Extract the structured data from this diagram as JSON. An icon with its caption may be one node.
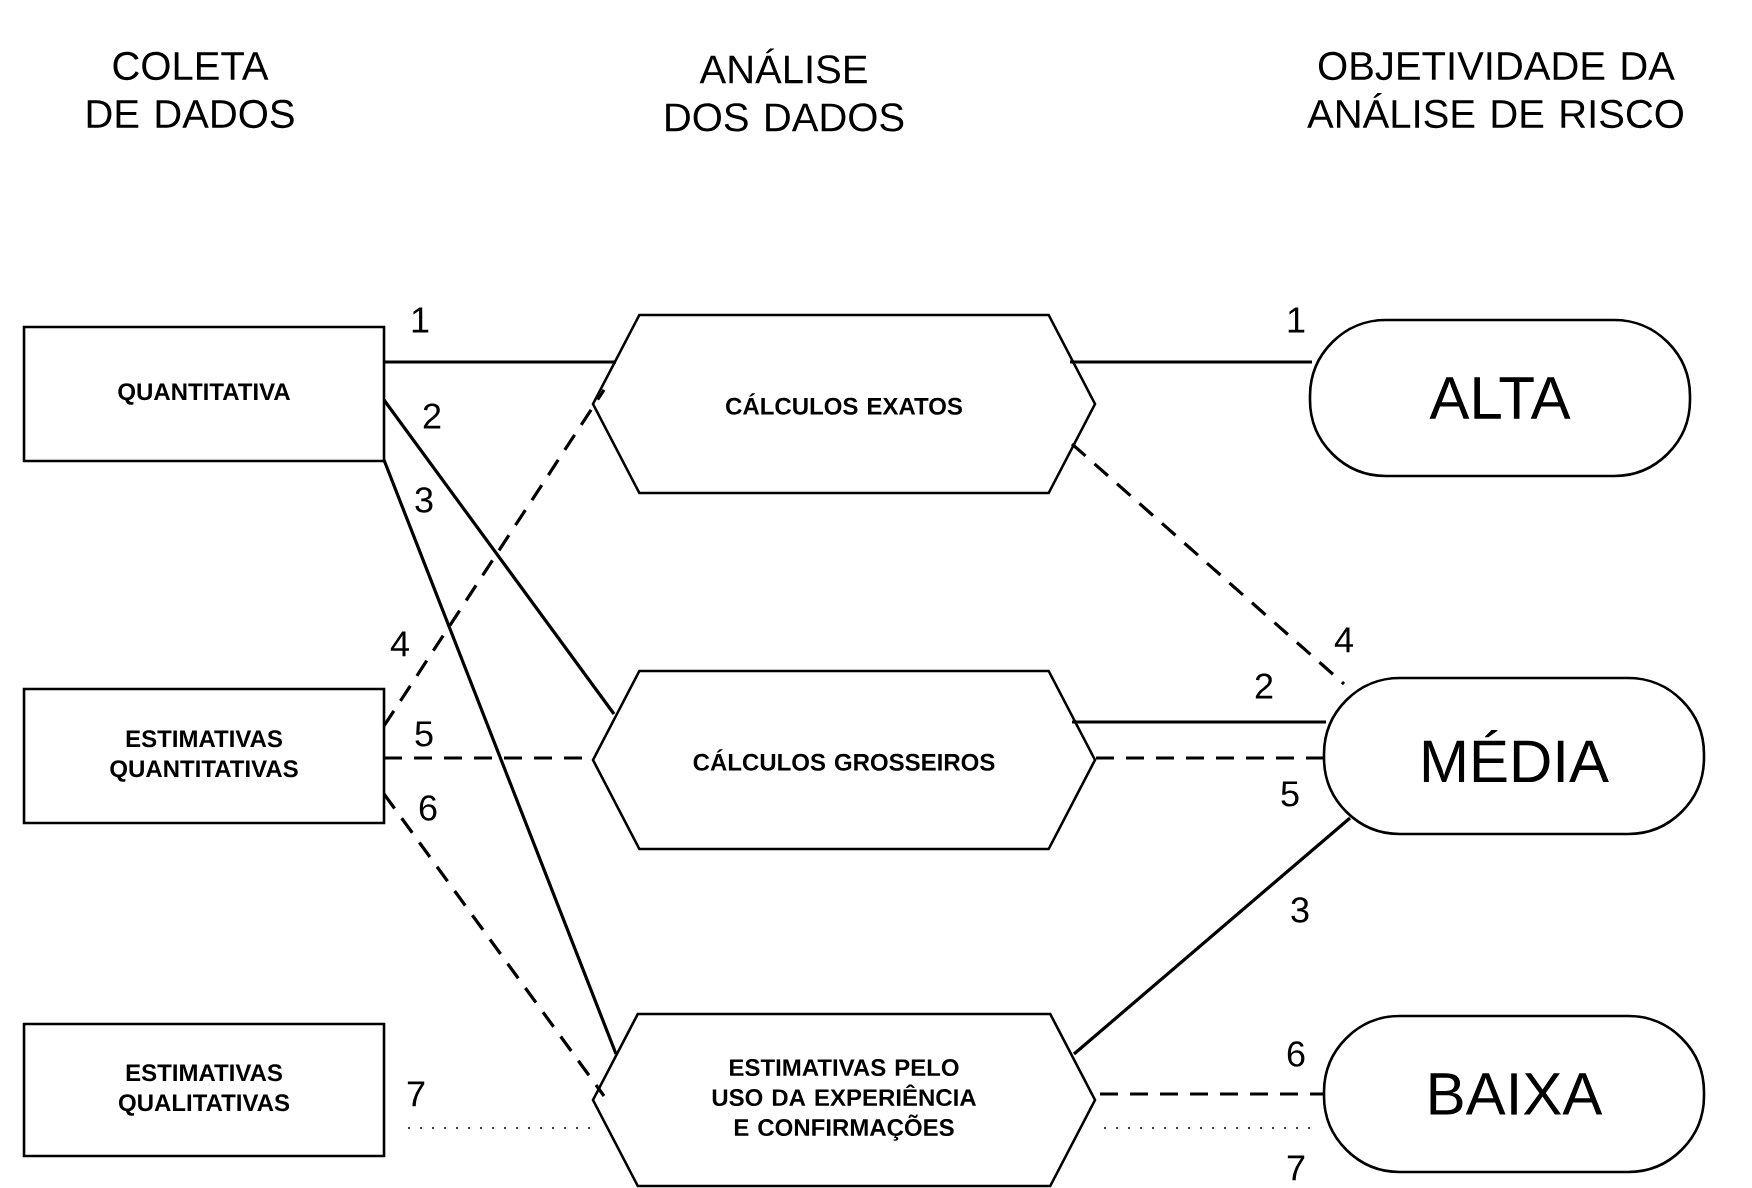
{
  "diagram": {
    "nodes": [
      {
        "text": [
          "QUANTITATIVA"
        ]
      },
      {
        "text": [
          "ESTIMATIVAS QUANTITATIVAS"
        ]
      },
      {
        "text": [
          "ESTIMATIVAS QUALITATIVAS"
        ]
      },
      {
        "text": [
          "CÁLCULOS EXATOS"
        ]
      },
      {
        "text": [
          "CÁLCULOS GROSSEIROS"
        ]
      },
      {
        "text": [
          "ESTIMATIVAS PELO USO DA EXPERIÊNCIA E CONFIRMAÇÕES"
        ]
      },
      {
        "text": [
          "ALTA"
        ]
      },
      {
        "text": [
          "MÉDIA"
        ]
      },
      {
        "text": [
          "BAIXA"
        ]
      }
    ],
    "edges": [
      {
        "from": 0,
        "to": 3,
        "arrow": "none",
        "label": "1"
      },
      {
        "from": 3,
        "to": 6,
        "arrow": "none",
        "label": "1"
      },
      {
        "from": 0,
        "to": 4,
        "arrow": "none",
        "label": "2"
      },
      {
        "from": 4,
        "to": 7,
        "arrow": "none",
        "label": "2"
      },
      {
        "from": 0,
        "to": 5,
        "arrow": "none",
        "label": "3"
      },
      {
        "from": 5,
        "to": 7,
        "arrow": "none",
        "label": "3"
      },
      {
        "from": 1,
        "to": 3,
        "arrow": "none",
        "label": "4",
        "style": "dashed"
      },
      {
        "from": 3,
        "to": 7,
        "arrow": "none",
        "label": "4",
        "style": "dashed"
      },
      {
        "from": 1,
        "to": 4,
        "arrow": "none",
        "label": "5",
        "style": "dashed"
      },
      {
        "from": 4,
        "to": 7,
        "arrow": "none",
        "label": "5",
        "style": "dashed"
      },
      {
        "from": 1,
        "to": 5,
        "arrow": "none",
        "label": "6",
        "style": "dashed"
      },
      {
        "from": 5,
        "to": 8,
        "arrow": "none",
        "label": "6",
        "style": "dashed"
      },
      {
        "from": 2,
        "to": 5,
        "arrow": "none",
        "label": "7",
        "style": "dashed"
      },
      {
        "from": 5,
        "to": 8,
        "arrow": "none",
        "label": "7",
        "style": "dashed"
      }
    ],
    "labels": [
      "COLETA DE DADOS",
      "ANÁLISE DOS DADOS",
      "OBJETIVIDADE DA ANÁLISE DE RISCO"
    ]
  }
}
